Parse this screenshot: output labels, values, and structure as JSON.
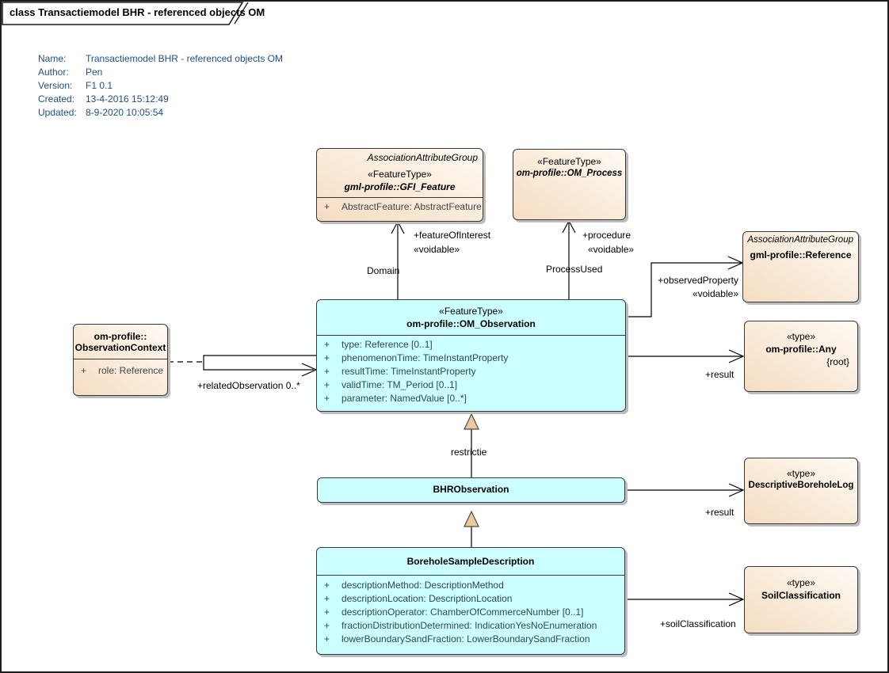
{
  "frame": {
    "tab_title": "class Transactiemodel BHR - referenced objects OM"
  },
  "metadata": {
    "rows": [
      {
        "label": "Name:",
        "value": "Transactiemodel BHR - referenced objects OM"
      },
      {
        "label": "Author:",
        "value": "Pen"
      },
      {
        "label": "Version:",
        "value": "F1 0.1"
      },
      {
        "label": "Created:",
        "value": "13-4-2016 15:12:49"
      },
      {
        "label": "Updated:",
        "value": "8-9-2020 10:05:54"
      }
    ]
  },
  "ui": {
    "plus": "+"
  },
  "colors": {
    "box_cyan": "#ccffff",
    "box_cream": "#f5ddc2",
    "metadata_text": "#1f4e8c",
    "triangle_fill": "#e9cb9e",
    "border": "#35393b"
  },
  "classes": {
    "gfi_feature": {
      "group": "AssociationAttributeGroup",
      "stereotype": "«FeatureType»",
      "name": "gml-profile::GFI_Feature",
      "attributes": [
        "AbstractFeature: AbstractFeature"
      ]
    },
    "om_process": {
      "stereotype": "«FeatureType»",
      "name": "om-profile::OM_Process"
    },
    "reference": {
      "group": "AssociationAttributeGroup",
      "name": "gml-profile::Reference"
    },
    "any": {
      "stereotype": "«type»",
      "name": "om-profile::Any",
      "constraint": "{root}"
    },
    "observation_context": {
      "name_line1": "om-profile::",
      "name_line2": "ObservationContext",
      "attributes": [
        "role: Reference"
      ]
    },
    "om_observation": {
      "stereotype": "«FeatureType»",
      "name": "om-profile::OM_Observation",
      "attributes": [
        "type: Reference [0..1]",
        "phenomenonTime: TimeInstantProperty",
        "resultTime: TimeInstantProperty",
        "validTime: TM_Period [0..1]",
        "parameter: NamedValue [0..*]"
      ]
    },
    "bhr_observation": {
      "name": "BHRObservation"
    },
    "borehole_sample_description": {
      "name": "BoreholeSampleDescription",
      "attributes": [
        "descriptionMethod: DescriptionMethod",
        "descriptionLocation: DescriptionLocation",
        "descriptionOperator: ChamberOfCommerceNumber [0..1]",
        "fractionDistributionDetermined: IndicationYesNoEnumeration",
        "lowerBoundarySandFraction: LowerBoundarySandFraction"
      ]
    },
    "descriptive_borehole_log": {
      "stereotype": "«type»",
      "name": "DescriptiveBoreholeLog"
    },
    "soil_classification": {
      "stereotype": "«type»",
      "name": "SoilClassification"
    }
  },
  "connectors": {
    "feature_of_interest": {
      "role": "+featureOfInterest",
      "stereotype": "«voidable»",
      "source_label": "Domain"
    },
    "procedure": {
      "role": "+procedure",
      "stereotype": "«voidable»",
      "source_label": "ProcessUsed"
    },
    "observed_property": {
      "role": "+observedProperty",
      "stereotype": "«voidable»"
    },
    "result_observation": {
      "role": "+result"
    },
    "related_observation": {
      "role": "+relatedObservation 0..*"
    },
    "restrictie": {
      "label": "restrictie"
    },
    "result_bhr": {
      "role": "+result"
    },
    "soil_classification": {
      "role": "+soilClassification"
    }
  }
}
